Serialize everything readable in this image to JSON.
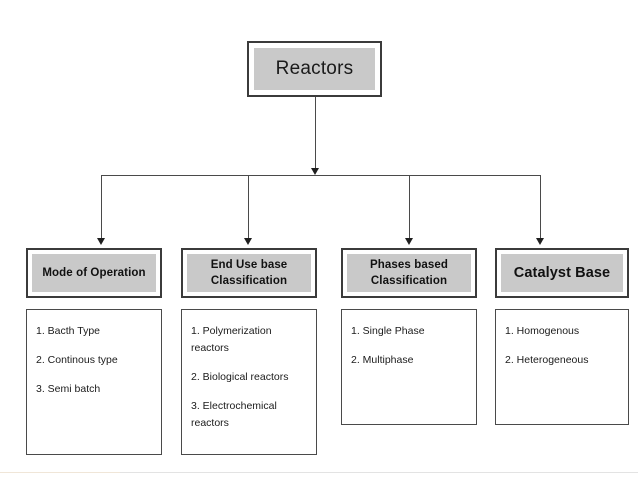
{
  "diagram": {
    "root": {
      "label": "Reactors"
    },
    "columns": [
      {
        "id": "mode-of-operation",
        "header_lines": [
          "Mode of Operation"
        ],
        "items": [
          "1. Bacth Type",
          "2. Continous type",
          "3. Semi batch"
        ]
      },
      {
        "id": "end-use-base-classification",
        "header_lines": [
          "End Use base",
          "Classification"
        ],
        "items": [
          "1. Polymerization reactors",
          "2. Biological  reactors",
          "3. Electrochemical reactors"
        ]
      },
      {
        "id": "phases-based-classification",
        "header_lines": [
          "Phases based",
          "Classification"
        ],
        "items": [
          "1. Single Phase",
          "2. Multiphase"
        ]
      },
      {
        "id": "catalyst-base",
        "header_lines": [
          "Catalyst Base"
        ],
        "items": [
          "1. Homogenous",
          "2. Heterogeneous"
        ]
      }
    ],
    "colors": {
      "header_fill": "#c9c9c9",
      "border": "#3b3b3b",
      "connector": "#4a4a4a",
      "text": "#1a1a1a",
      "background": "#ffffff"
    }
  }
}
